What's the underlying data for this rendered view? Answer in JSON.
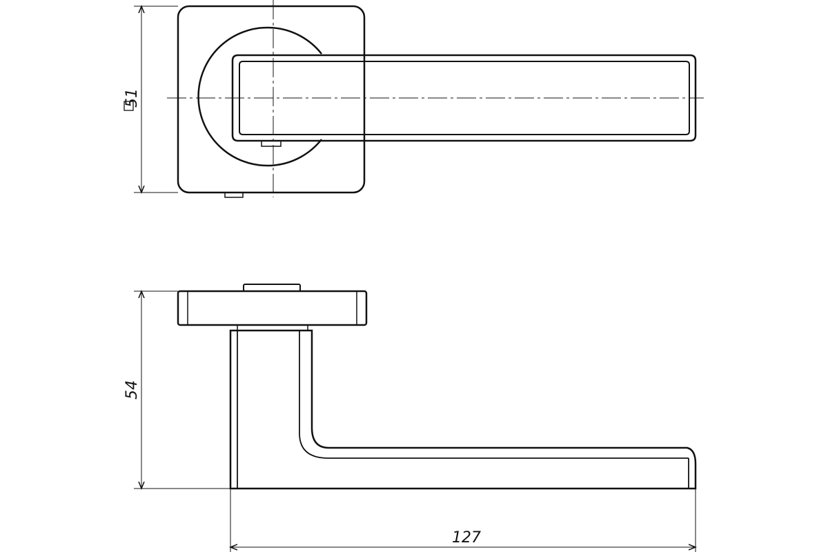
{
  "drawing": {
    "dimensions": {
      "rosette_square_value": "51",
      "height_value": "54",
      "length_value": "127"
    },
    "colors": {
      "line": "#111111",
      "background": "#ffffff"
    }
  }
}
